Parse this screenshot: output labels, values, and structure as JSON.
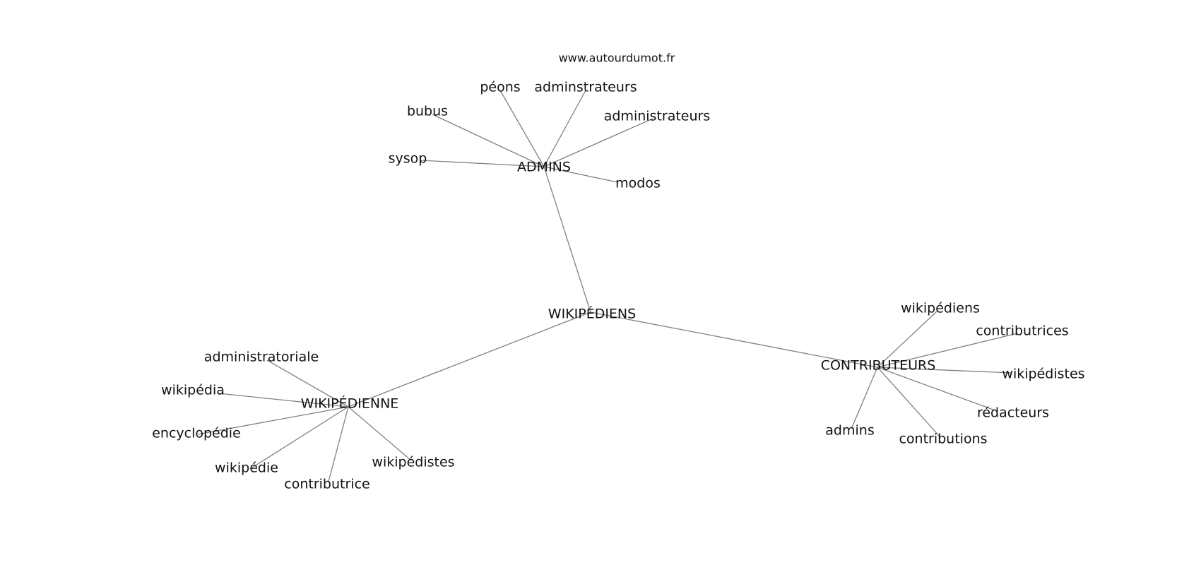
{
  "site": "www.autourdumot.fr",
  "center": "WIKIPÉDIENS",
  "clusters": [
    {
      "hub": "ADMINS",
      "terms": [
        "péons",
        "adminstrateurs",
        "bubus",
        "administrateurs",
        "sysop",
        "modos"
      ]
    },
    {
      "hub": "WIKIPÉDIENNE",
      "terms": [
        "administratoriale",
        "wikipédia",
        "encyclopédie",
        "wikipédie",
        "contributrice",
        "wikipédistes"
      ]
    },
    {
      "hub": "CONTRIBUTEURS",
      "terms": [
        "wikipédiens",
        "contributrices",
        "wikipédistes",
        "rédacteurs",
        "contributions",
        "admins"
      ]
    }
  ]
}
